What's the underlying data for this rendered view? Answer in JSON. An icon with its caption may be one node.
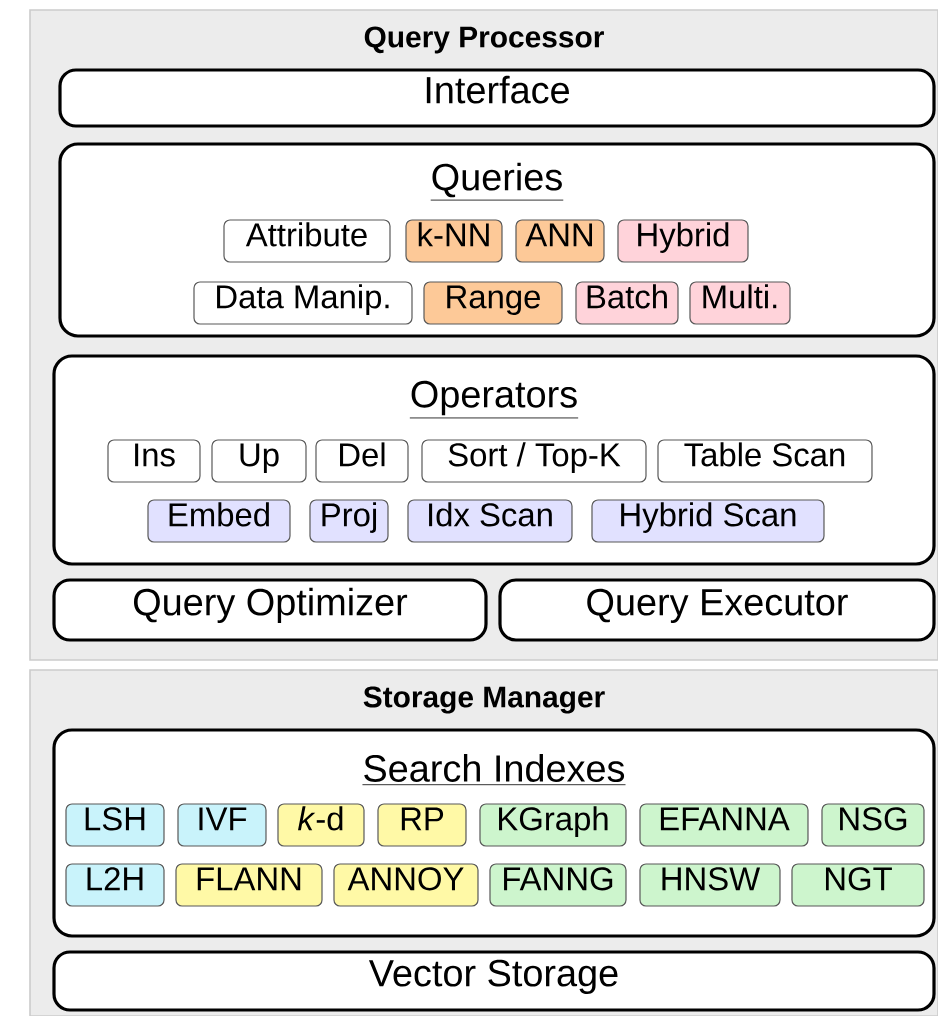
{
  "diagram": {
    "nodes": [
      {
        "text": [
          "Query Processor"
        ]
      },
      {
        "text": [
          "Interface"
        ],
        "in": 0
      },
      {
        "text": [
          "Queries"
        ],
        "in": 0
      },
      {
        "text": [
          "Attribute"
        ],
        "in": 2
      },
      {
        "text": [
          "k-NN"
        ],
        "in": 2
      },
      {
        "text": [
          "ANN"
        ],
        "in": 2
      },
      {
        "text": [
          "Hybrid"
        ],
        "in": 2
      },
      {
        "text": [
          "Data Manip."
        ],
        "in": 2
      },
      {
        "text": [
          "Range"
        ],
        "in": 2
      },
      {
        "text": [
          "Batch"
        ],
        "in": 2
      },
      {
        "text": [
          "Multi."
        ],
        "in": 2
      },
      {
        "text": [
          "Operators"
        ],
        "in": 0
      },
      {
        "text": [
          "Ins"
        ],
        "in": 11
      },
      {
        "text": [
          "Up"
        ],
        "in": 11
      },
      {
        "text": [
          "Del"
        ],
        "in": 11
      },
      {
        "text": [
          "Sort / Top-K"
        ],
        "in": 11
      },
      {
        "text": [
          "Table Scan"
        ],
        "in": 11
      },
      {
        "text": [
          "Embed"
        ],
        "in": 11
      },
      {
        "text": [
          "Proj"
        ],
        "in": 11
      },
      {
        "text": [
          "Idx Scan"
        ],
        "in": 11
      },
      {
        "text": [
          "Hybrid Scan"
        ],
        "in": 11
      },
      {
        "text": [
          "Query Optimizer"
        ],
        "in": 0
      },
      {
        "text": [
          "Query Executor"
        ],
        "in": 0
      },
      {
        "text": [
          "Storage Manager"
        ]
      },
      {
        "text": [
          "Search Indexes"
        ],
        "in": 23
      },
      {
        "text": [
          "LSH"
        ],
        "in": 24
      },
      {
        "text": [
          "IVF"
        ],
        "in": 24
      },
      {
        "text": [
          "*k*-d"
        ],
        "in": 24
      },
      {
        "text": [
          "RP"
        ],
        "in": 24
      },
      {
        "text": [
          "KGraph"
        ],
        "in": 24
      },
      {
        "text": [
          "EFANNA"
        ],
        "in": 24
      },
      {
        "text": [
          "NSG"
        ],
        "in": 24
      },
      {
        "text": [
          "L2H"
        ],
        "in": 24
      },
      {
        "text": [
          "FLANN"
        ],
        "in": 24
      },
      {
        "text": [
          "ANNOY"
        ],
        "in": 24
      },
      {
        "text": [
          "FANNG"
        ],
        "in": 24
      },
      {
        "text": [
          "HNSW"
        ],
        "in": 24
      },
      {
        "text": [
          "NGT"
        ],
        "in": 24
      },
      {
        "text": [
          "Vector Storage"
        ],
        "in": 23
      }
    ]
  }
}
